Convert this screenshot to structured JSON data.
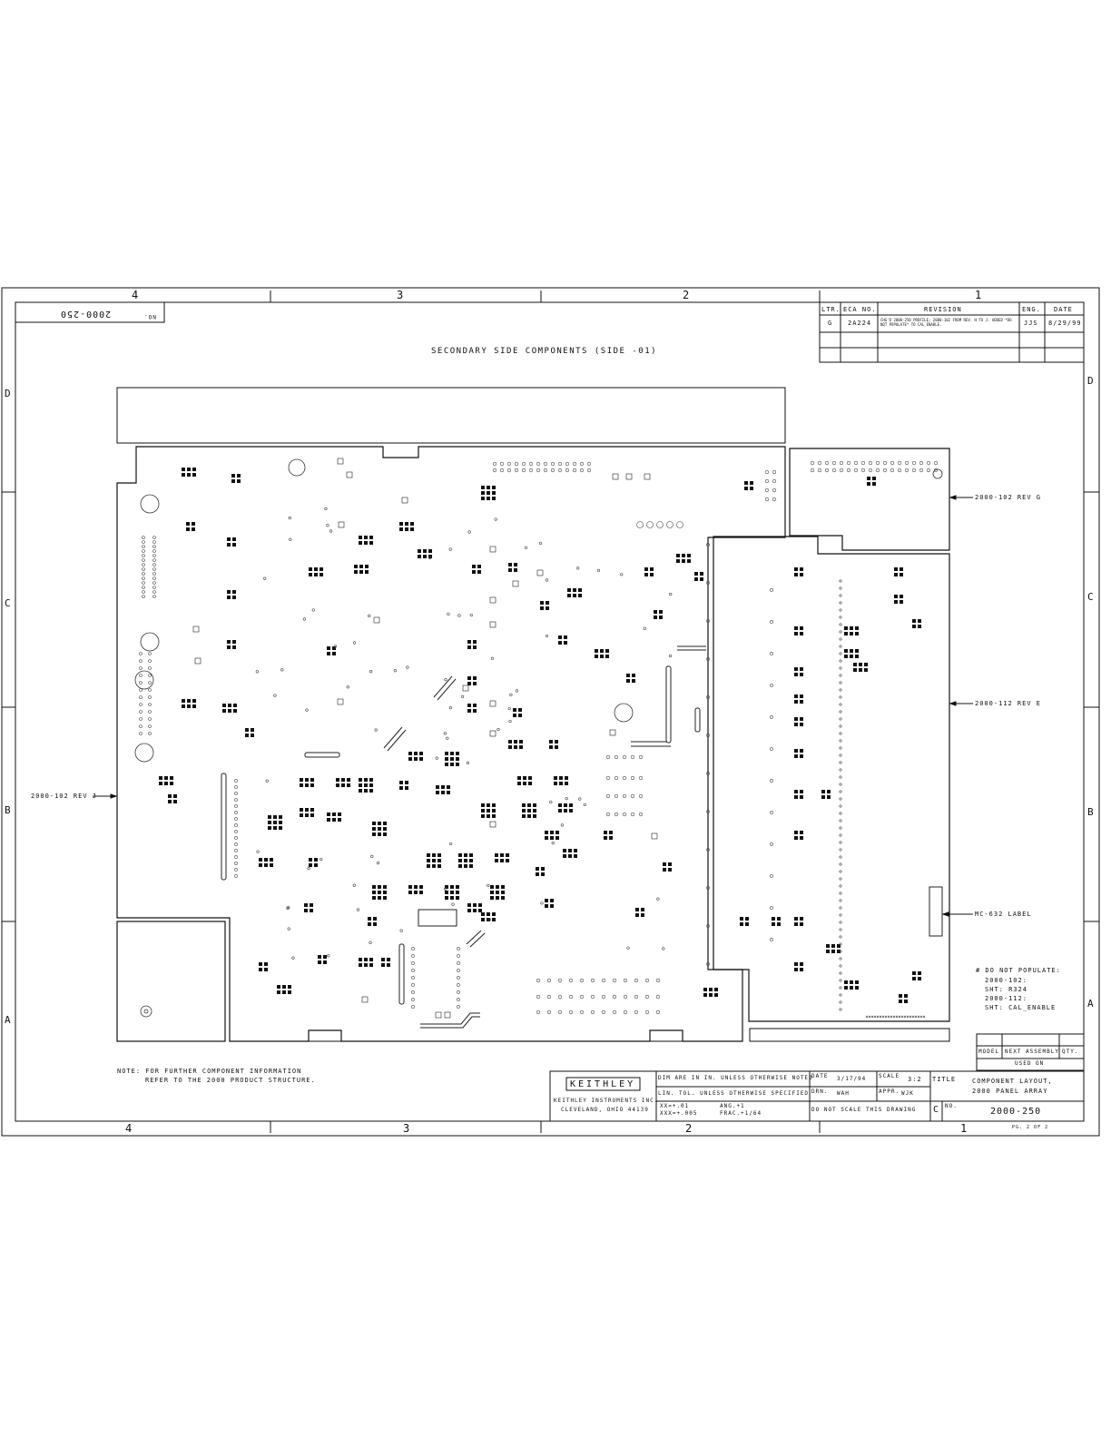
{
  "zone_columns": [
    "4",
    "3",
    "2",
    "1"
  ],
  "zone_rows": [
    "D",
    "C",
    "B",
    "A"
  ],
  "drawing_number_rotated": "2000-250",
  "drawing_number_label_rotated": "NO.",
  "sheet_title": "SECONDARY SIDE COMPONENTS (SIDE -01)",
  "revision_block": {
    "headers": [
      "LTR.",
      "ECA NO.",
      "REVISION",
      "ENG.",
      "DATE"
    ],
    "rows": [
      [
        "G",
        "2A224",
        "CHG'D 2000-250 PROFILE; 2000-102 FROM REV. H TO J. ADDED *DO NOT POPULATE* TO CAL_ENABLE.",
        "JJS",
        "8/29/99"
      ]
    ]
  },
  "callouts": {
    "rev_g": "2000-102 REV G",
    "rev_e": "2000-112 REV E",
    "rev_j": "2000-102 REV J",
    "label": "MC-632 LABEL"
  },
  "dnp_note": [
    "# DO NOT POPULATE:",
    "2000-102:",
    "SHT: R324",
    "2000-112:",
    "SHT: CAL_ENABLE"
  ],
  "note": [
    "NOTE: FOR FURTHER COMPONENT INFORMATION",
    "REFER TO THE 2000 PRODUCT STRUCTURE."
  ],
  "used_on": {
    "headers": [
      "MODEL",
      "NEXT ASSEMBLY",
      "QTY."
    ],
    "label": "USED ON"
  },
  "title_block": {
    "company_logo": "KEITHLEY",
    "company": "KEITHLEY INSTRUMENTS INC.",
    "city": "CLEVELAND, OHIO 44139",
    "dim_note": "DIM ARE IN IN. UNLESS OTHERWISE NOTED",
    "tol_note": "LIN. TOL. UNLESS OTHERWISE SPECIFIED",
    "tol_a": "XX=+.01",
    "tol_b": "XXX=+.005",
    "tol_c": "ANG.+1",
    "tol_d": "FRAC.+1/64",
    "date_label": "DATE",
    "date": "3/17/94",
    "scale_label": "SCALE",
    "scale": "3:2",
    "title_label": "TITLE",
    "title_l1": "COMPONENT LAYOUT,",
    "title_l2": "2000 PANEL ARRAY",
    "drn_label": "DRN.",
    "drn": "WAH",
    "appr_label": "APPR.",
    "appr": "WJK",
    "no_scale": "DO NOT SCALE THIS DRAWING",
    "size": "C",
    "no_label": "NO.",
    "number": "2000-250",
    "page": "PG. 2 OF 2"
  }
}
